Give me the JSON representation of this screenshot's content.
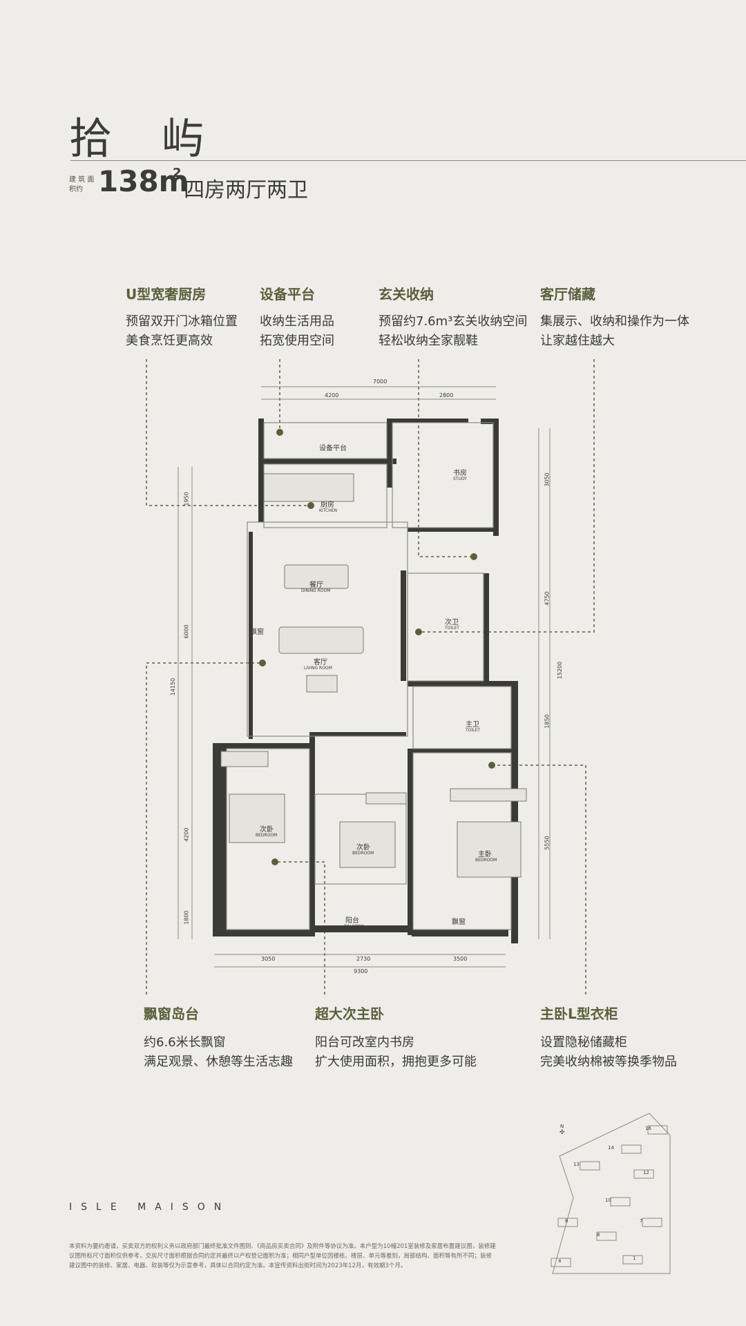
{
  "header": {
    "title": "拾 屿",
    "area_label": "建 筑 面积约",
    "area_value": "138m",
    "area_superscript": "2",
    "layout_type": "四房两厅两卫"
  },
  "features_top": [
    {
      "title": "U型宽奢厨房",
      "line1": "预留双开门冰箱位置",
      "line2": "美食烹饪更高效"
    },
    {
      "title": "设备平台",
      "line1": "收纳生活用品",
      "line2": "拓宽使用空间"
    },
    {
      "title": "玄关收纳",
      "line1": "预留约7.6m³玄关收纳空间",
      "line2": "轻松收纳全家靓鞋"
    },
    {
      "title": "客厅储藏",
      "line1": "集展示、收纳和操作为一体",
      "line2": "让家越住越大"
    }
  ],
  "features_bottom": [
    {
      "title": "飘窗岛台",
      "line1": "约6.6米长飘窗",
      "line2": "满足观景、休憩等生活志趣"
    },
    {
      "title": "超大次主卧",
      "line1": "阳台可改室内书房",
      "line2": "扩大使用面积，拥抱更多可能"
    },
    {
      "title": "主卧L型衣柜",
      "line1": "设置隐秘储藏柜",
      "line2": "完美收纳棉被等换季物品"
    }
  ],
  "floorplan": {
    "rooms": {
      "equipment_platform": "设备平台",
      "kitchen": "厨房",
      "kitchen_en": "KITCHEN",
      "study": "书房",
      "study_en": "STUDY",
      "dining": "餐厅",
      "dining_en": "DINING ROOM",
      "bay_window": "飘窗",
      "living": "客厅",
      "living_en": "LIVING ROOM",
      "second_toilet": "次卫",
      "second_toilet_en": "TOILET",
      "master_toilet": "主卫",
      "master_toilet_en": "TOILET",
      "bedroom_left": "次卧",
      "bedroom_left_en": "BEDROOM",
      "bedroom_mid": "次卧",
      "bedroom_mid_en": "BEDROOM",
      "master": "主卧",
      "master_en": "BEDROOM",
      "balcony": "阳台",
      "balcony_en": "BALCONY",
      "bay_window_2": "飘窗"
    },
    "dims_top": {
      "total": "7000",
      "a": "4200",
      "b": "2800"
    },
    "dims_bottom": {
      "total": "9300",
      "a": "3050",
      "b": "2730",
      "c": "3500"
    },
    "dims_left": {
      "total": "14150",
      "a": "1950",
      "b": "6000",
      "c": "4200",
      "d": "1800"
    },
    "dims_right": {
      "total": "15200",
      "a": "3050",
      "b": "4750",
      "c": "1850",
      "d": "5550"
    }
  },
  "siteplan": {
    "north": "N",
    "buildings": [
      "16",
      "14",
      "13",
      "12",
      "10",
      "8",
      "6",
      "7",
      "4",
      "1"
    ]
  },
  "brand": "ISLE MAISON",
  "disclaimer": "本资料为要约邀请，买卖双方的权利义务以政府部门最终批准文件图则、《商品房买卖合同》及附件等协议为准。本户型为10幢201室装修及家居布置建议图，装修建议图所标尺寸面积仅供参考，交房尺寸面积根据合同约定并最终以产权登记面积为准；相同户型单位因楼栋、楼层、单元等差别，局部结构、面积等有所不同；装修建议图中的装修、家居、电器、软装等仅为示意参考，具体以合同约定为准。本宣传资料出街时间为2023年12月，有效期3个月。",
  "colors": {
    "accent": "#5a5f3c",
    "wall": "#3a3a36",
    "background": "#eeede9"
  }
}
